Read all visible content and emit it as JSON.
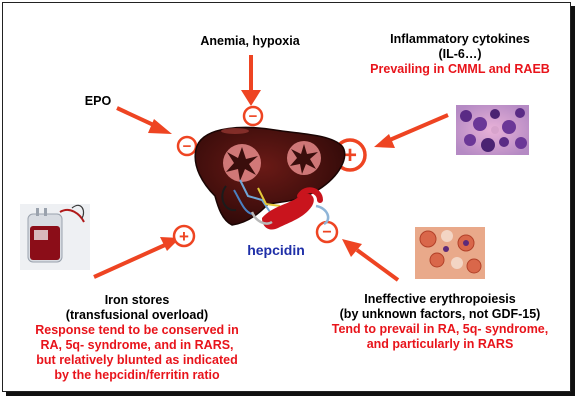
{
  "center": {
    "label": "hepcidin"
  },
  "epo": {
    "label": "EPO",
    "sign": "−"
  },
  "anemia": {
    "label": "Anemia, hypoxia",
    "sign": "−"
  },
  "inflammatory": {
    "line1": "Inflammatory cytokines",
    "line2": "(IL-6…)",
    "note": "Prevailing in CMML and RAEB",
    "sign": "+"
  },
  "iron": {
    "line1": "Iron stores",
    "line2": "(transfusional overload)",
    "note": [
      "Response tend to be conserved in",
      "RA, 5q- syndrome, and in RARS,",
      "but relatively blunted as indicated",
      "by the hepcidin/ferritin ratio"
    ],
    "sign": "+"
  },
  "ineffective": {
    "line1": "Ineffective erythropoiesis",
    "line2": "(by unknown factors, not GDF-15)",
    "note": [
      "Tend to prevail in RA, 5q- syndrome,",
      "and particularly in RARS"
    ],
    "sign": "−"
  },
  "colors": {
    "arrow": "#ee4422",
    "note_text": "#e8141b",
    "hepcidin_text": "#1f2fa8",
    "liver": "#3a0e0c"
  }
}
